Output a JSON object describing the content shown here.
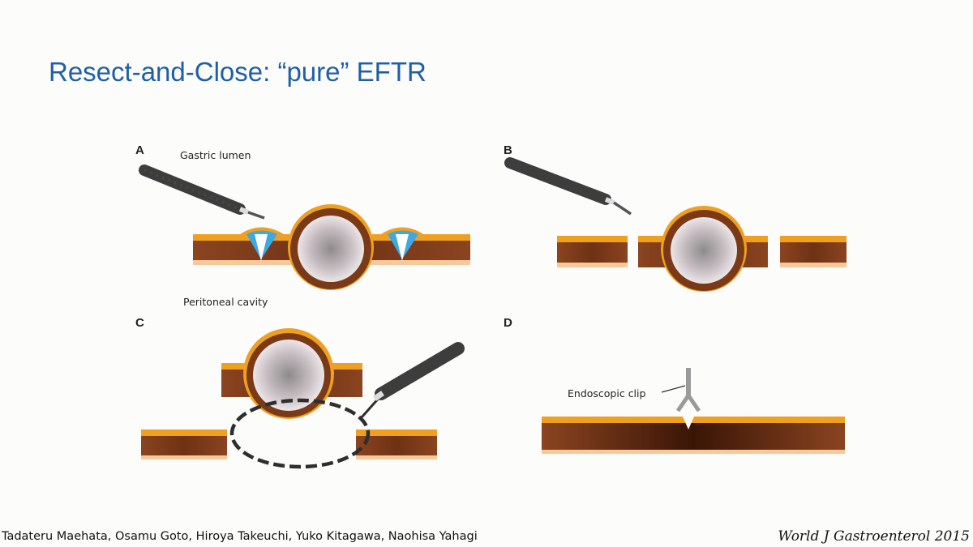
{
  "slide": {
    "title": "Resect-and-Close: “pure” EFTR"
  },
  "panels": [
    {
      "id": "A",
      "letter": "A"
    },
    {
      "id": "B",
      "letter": "B"
    },
    {
      "id": "C",
      "letter": "C"
    },
    {
      "id": "D",
      "letter": "D"
    }
  ],
  "labels": {
    "gastric_lumen": "Gastric lumen",
    "peritoneal_cavity": "Peritoneal cavity",
    "endoscopic_clip": "Endoscopic clip"
  },
  "footer": {
    "authors": "Tadateru Maehata, Osamu Goto, Hiroya Takeuchi, Yuko Kitagawa, Naohisa Yahagi",
    "journal": "World J Gastroenterol 2015"
  },
  "colors": {
    "title": "#1f5fa6",
    "wall_brown": "#7b3a17",
    "wall_orange": "#f0a020",
    "wall_tan": "#f6c89a",
    "tumor_core": "#8e8a8c",
    "tumor_edge": "#ece6e8",
    "incision_blue": "#3ea8e0",
    "endoscope": "#3d3d3d",
    "clip": "#9a9a9a"
  }
}
